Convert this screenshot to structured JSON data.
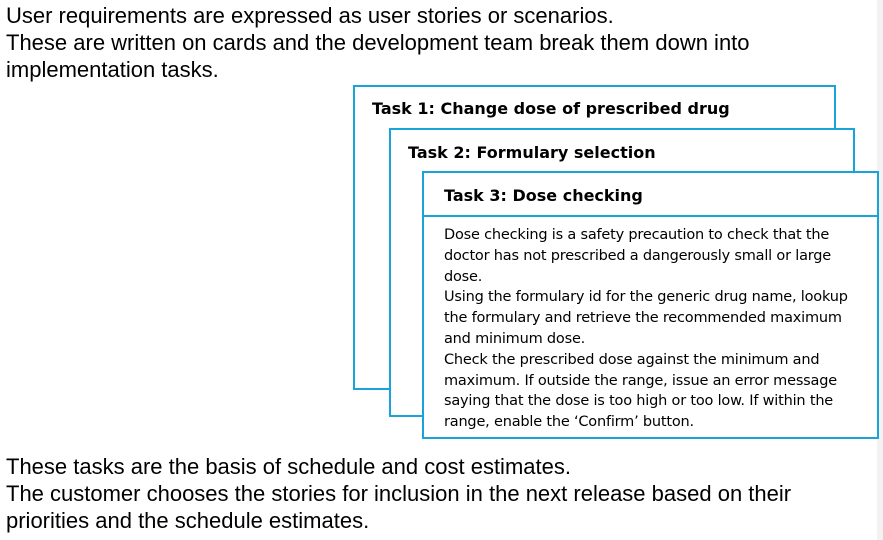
{
  "intro_text": "User requirements are expressed as user stories or scenarios.\nThese are written on cards and the development team break them down into implementation tasks.",
  "cards": [
    {
      "title": "Task 1: Change dose of prescribed drug"
    },
    {
      "title": "Task 2: Formulary selection"
    },
    {
      "title": "Task 3: Dose checking",
      "body": "Dose checking is a safety precaution to check that the doctor has not prescribed a dangerously small or large dose.\nUsing the formulary id for the generic drug name, lookup the formulary and retrieve the recommended maximum and minimum dose.\nCheck the prescribed dose against the minimum and maximum. If outside the range, issue an error message saying that the dose is too high or too low. If within the range, enable the ‘Confirm’ button."
    }
  ],
  "outro_text": "These tasks are the basis of schedule and cost estimates.\nThe customer chooses the stories for inclusion in the next release based on their priorities and the schedule estimates.",
  "colors": {
    "card_border": "#1aa3d9",
    "text": "#000000",
    "background": "#ffffff"
  }
}
